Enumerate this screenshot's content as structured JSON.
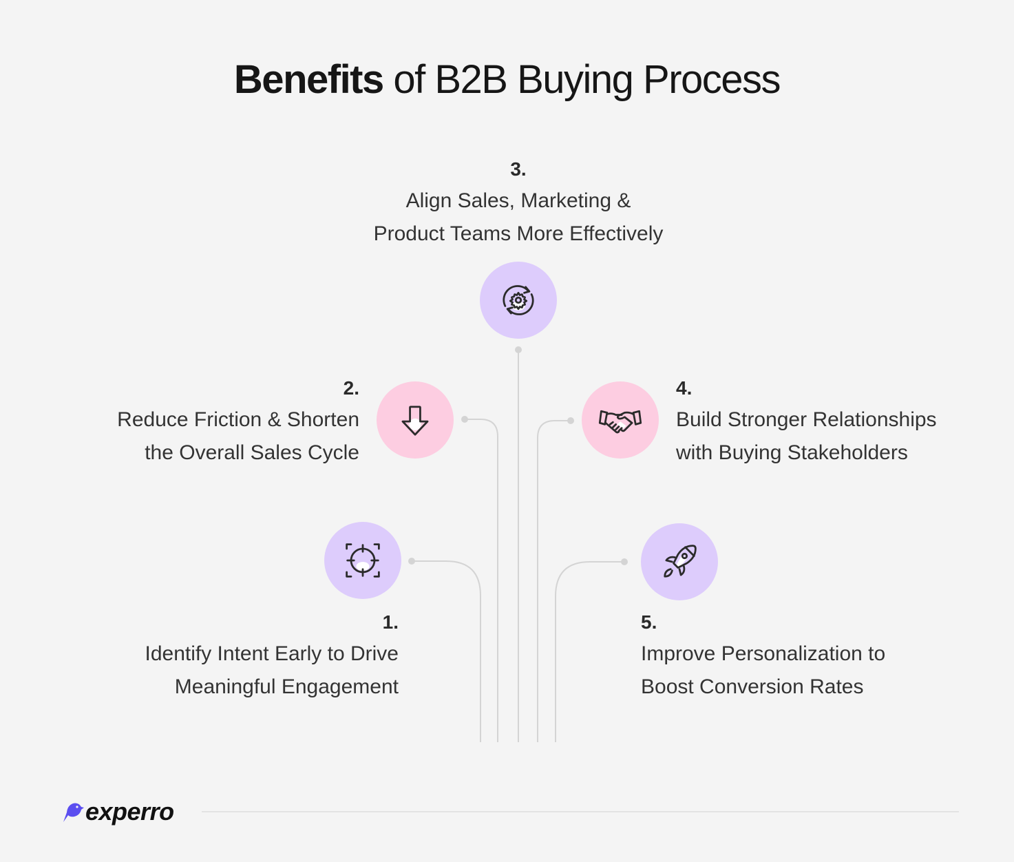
{
  "title": {
    "bold": "Benefits",
    "normal": " of B2B Buying Process"
  },
  "items": [
    {
      "number": "1.",
      "lines": [
        "Identify Intent Early to Drive",
        "Meaningful Engagement"
      ],
      "icon": "target-crosshair-icon",
      "circle_color": "#ddccfc"
    },
    {
      "number": "2.",
      "lines": [
        "Reduce Friction & Shorten",
        "the Overall Sales Cycle"
      ],
      "icon": "arrow-down-icon",
      "circle_color": "#fdcde1"
    },
    {
      "number": "3.",
      "lines": [
        "Align Sales, Marketing &",
        "Product Teams More Effectively"
      ],
      "icon": "gear-sync-icon",
      "circle_color": "#ddccfc"
    },
    {
      "number": "4.",
      "lines": [
        "Build Stronger Relationships",
        "with Buying Stakeholders"
      ],
      "icon": "handshake-icon",
      "circle_color": "#fdcde1"
    },
    {
      "number": "5.",
      "lines": [
        "Improve Personalization to",
        "Boost Conversion Rates"
      ],
      "icon": "rocket-icon",
      "circle_color": "#ddccfc"
    }
  ],
  "brand": {
    "name": "experro",
    "accent": "#5b4ef0"
  },
  "colors": {
    "background": "#f4f4f4",
    "connector": "#d4d4d4",
    "text": "#333333"
  }
}
